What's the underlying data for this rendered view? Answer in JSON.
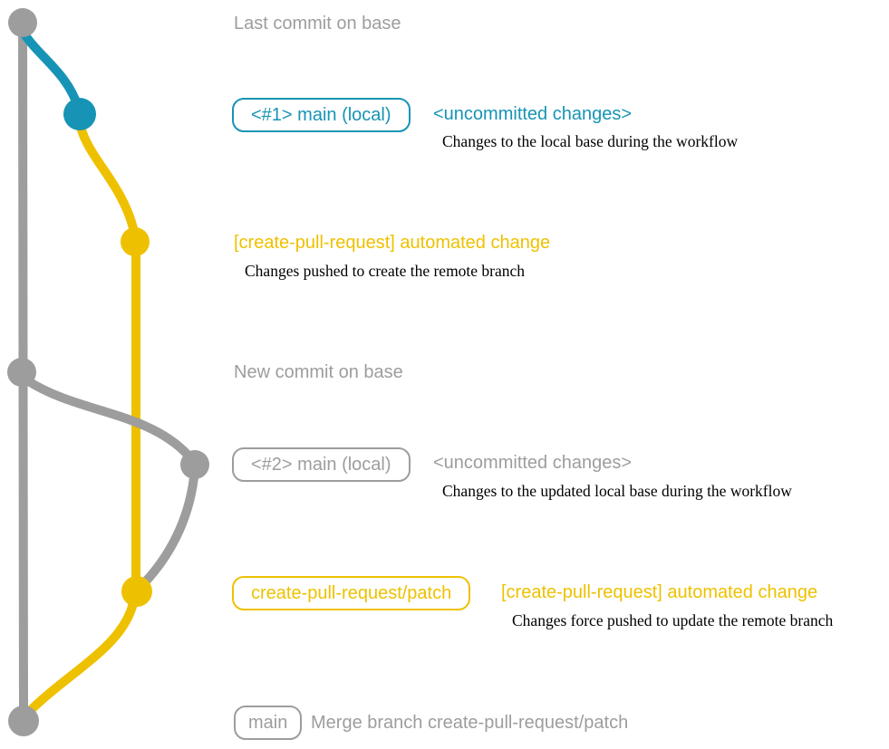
{
  "colors": {
    "gray": "#9d9d9d",
    "blue": "#1794b5",
    "yellow": "#eec100",
    "caption_text": "#000000",
    "background": "#ffffff"
  },
  "annotations": {
    "last_commit": {
      "title": "Last commit on base"
    },
    "local1": {
      "badge": "<#1> main (local)",
      "title": "<uncommitted changes>",
      "caption": "Changes to the local base during the workflow"
    },
    "push1": {
      "title": "[create-pull-request] automated change",
      "caption": "Changes pushed to create the remote branch"
    },
    "new_commit": {
      "title": "New commit on base"
    },
    "local2": {
      "badge": "<#2> main (local)",
      "title": "<uncommitted changes>",
      "caption": "Changes to the updated local base during the workflow"
    },
    "push2": {
      "badge": "create-pull-request/patch",
      "title": "[create-pull-request] automated change",
      "caption": "Changes force pushed to update the remote branch"
    },
    "merge": {
      "badge": "main",
      "title": "Merge branch create-pull-request/patch"
    }
  }
}
